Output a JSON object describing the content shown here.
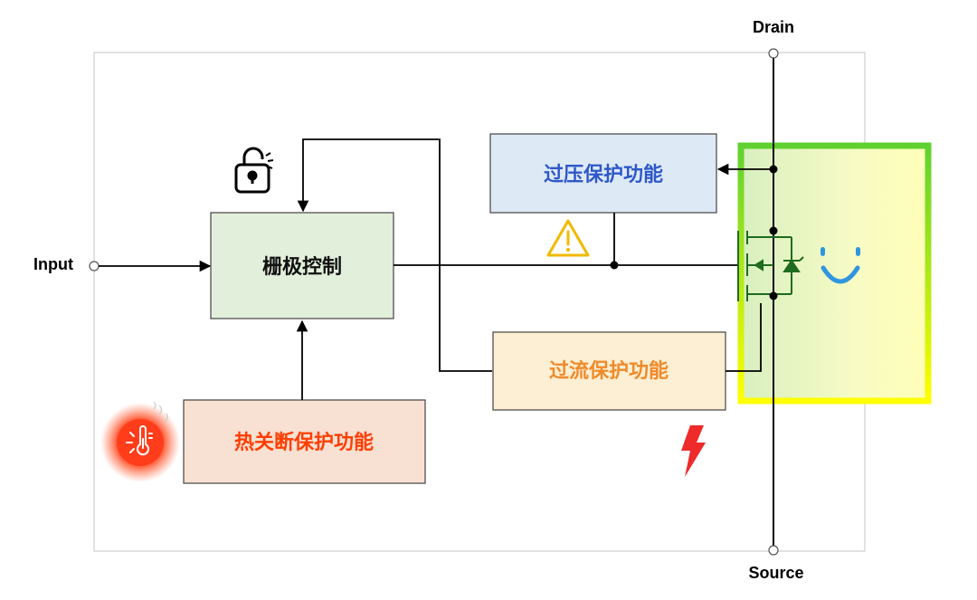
{
  "terminals": {
    "drain": "Drain",
    "source": "Source",
    "input": "Input"
  },
  "blocks": {
    "gate_control": "栅极控制",
    "overvoltage": "过压保护功能",
    "overcurrent": "过流保护功能",
    "thermal_shutdown": "热关断保护功能"
  },
  "icons": {
    "unlock": "unlocked-padlock-icon",
    "warning": "warning-triangle-icon",
    "lightning": "lightning-bolt-icon",
    "thermometer": "thermometer-hot-icon",
    "smile": "smile-icon"
  },
  "colors": {
    "gate_fill": "#e2efda",
    "ov_fill": "#dde9f5",
    "ov_text": "#2e58c8",
    "oc_fill": "#fcefd3",
    "oc_text": "#f08a2a",
    "ts_fill": "#f8e0d2",
    "ts_text": "#ff3d00",
    "highlight_border_top": "#5fd12f",
    "highlight_border_bottom": "#ffff00",
    "warning": "#f2b900",
    "lightning": "#ee2a2a",
    "smile": "#2f96e0",
    "mosfet": "#1f6b1f"
  }
}
